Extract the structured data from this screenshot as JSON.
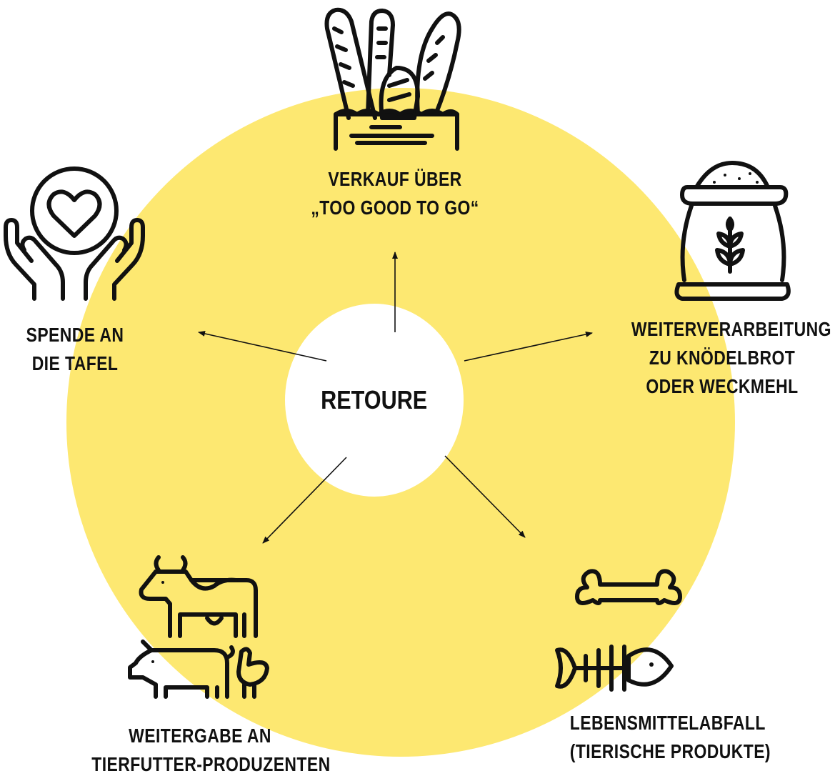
{
  "center_label": "RETOURE",
  "colors": {
    "ring": "#fde871",
    "ink": "#111111",
    "background": "#ffffff"
  },
  "nodes": [
    {
      "id": "sale",
      "icon": "bread-bag-icon",
      "lines": [
        "VERKAUF ÜBER",
        "„TOO GOOD TO GO“"
      ]
    },
    {
      "id": "processing",
      "icon": "flour-sack-icon",
      "lines": [
        "WEITERVERARBEITUNG",
        "ZU KNÖDELBROT",
        "ODER WECKMEHL"
      ]
    },
    {
      "id": "waste",
      "icon": "bone-fish-icon",
      "lines": [
        "LEBENSMITTELABFALL",
        "(TIERISCHE PRODUKTE)"
      ]
    },
    {
      "id": "animal-feed",
      "icon": "farm-animals-icon",
      "lines": [
        "WEITERGABE AN",
        "TIERFUTTER-PRODUZENTEN"
      ]
    },
    {
      "id": "donation",
      "icon": "heart-hands-icon",
      "lines": [
        "SPENDE AN",
        "DIE TAFEL"
      ]
    }
  ]
}
